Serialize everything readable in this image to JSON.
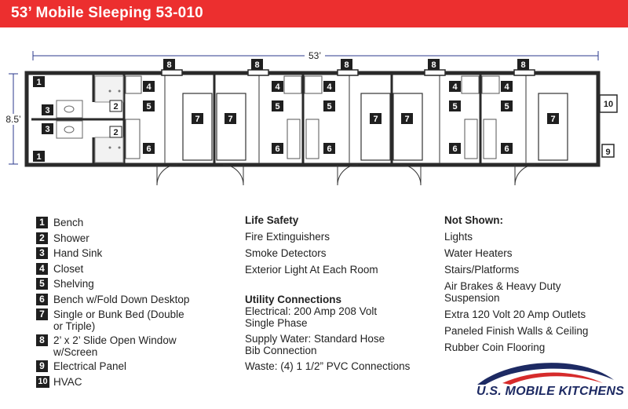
{
  "title": "53’ Mobile Sleeping 53-010",
  "dimensions": {
    "length": "53’",
    "width": "8.5’"
  },
  "plan_labels": {
    "bench": "1",
    "shower": "2",
    "sink": "3",
    "closet": "4",
    "shelving": "5",
    "desk": "6",
    "bed": "7",
    "window": "8",
    "panel": "9",
    "hvac": "10"
  },
  "legend": [
    {
      "num": "1",
      "label": "Bench"
    },
    {
      "num": "2",
      "label": "Shower"
    },
    {
      "num": "3",
      "label": "Hand Sink"
    },
    {
      "num": "4",
      "label": "Closet"
    },
    {
      "num": "5",
      "label": "Shelving"
    },
    {
      "num": "6",
      "label": "Bench w/Fold Down Desktop"
    },
    {
      "num": "7",
      "label_line1": "Single or Bunk Bed (Double",
      "label_line2": "or Triple)"
    },
    {
      "num": "8",
      "label_line1": "2’ x 2’ Slide Open Window",
      "label_line2": "w/Screen"
    },
    {
      "num": "9",
      "label": "Electrical Panel"
    },
    {
      "num": "10",
      "label": "HVAC"
    }
  ],
  "life_safety": {
    "heading": "Life Safety",
    "items": [
      "Fire Extinguishers",
      "Smoke Detectors",
      "Exterior Light At Each Room"
    ]
  },
  "utility": {
    "heading": "Utility Connections",
    "electrical_1": "Electrical: 200 Amp 208 Volt",
    "electrical_2": "Single Phase",
    "water_1": "Supply Water: Standard Hose",
    "water_2": "Bib Connection",
    "waste": "Waste: (4) 1 1/2” PVC Connections"
  },
  "not_shown": {
    "heading": "Not Shown:",
    "items": [
      "Lights",
      "Water Heaters",
      "Stairs/Platforms"
    ],
    "brakes_1": "Air Brakes & Heavy Duty",
    "brakes_2": "Suspension",
    "items2": [
      "Extra 120 Volt 20 Amp Outlets",
      "Paneled Finish Walls & Ceiling",
      "Rubber Coin Flooring"
    ]
  },
  "logo": {
    "text": "U.S. MOBILE KITCHENS"
  },
  "colors": {
    "header": "#ec2f2f",
    "ink": "#222222",
    "dim": "#2b3a8c",
    "logo_blue": "#1d2a63",
    "logo_red": "#d62b2b"
  }
}
